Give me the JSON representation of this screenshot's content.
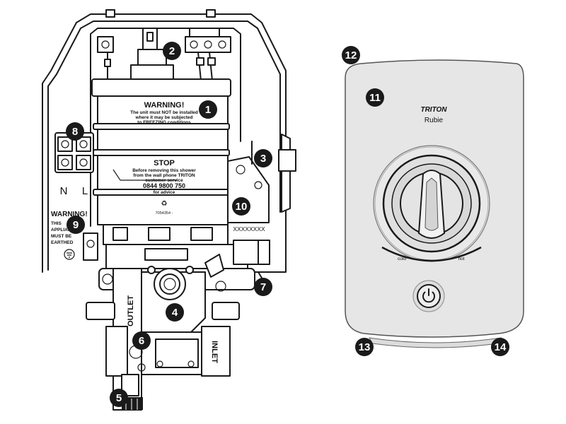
{
  "internal_labels": {
    "warning_title": "WARNING!",
    "warning_lines": [
      "The unit must NOT be installed",
      "where it may be subjected",
      "to FREEZING conditions"
    ],
    "stop_title": "STOP",
    "stop_lines": [
      "Before removing this shower",
      "from the wall phone TRITON",
      "customer service"
    ],
    "phone": "0844 9800 750",
    "advice": "for advice",
    "part_code": "7054354 -",
    "serial": "XXXXXXXX",
    "terminal_n": "N",
    "terminal_l": "L",
    "earth_warning": [
      "WARNING!",
      "THIS",
      "APPLIANCE",
      "MUST BE",
      "EARTHED"
    ],
    "outlet": "OUTLET",
    "inlet": "INLET"
  },
  "front_panel": {
    "brand": "TRITON",
    "model": "Rubie",
    "cold_label": "cold",
    "hot_label": "hot"
  },
  "callouts": [
    "1",
    "2",
    "3",
    "4",
    "5",
    "6",
    "7",
    "8",
    "9",
    "10",
    "11",
    "12",
    "13",
    "14"
  ]
}
